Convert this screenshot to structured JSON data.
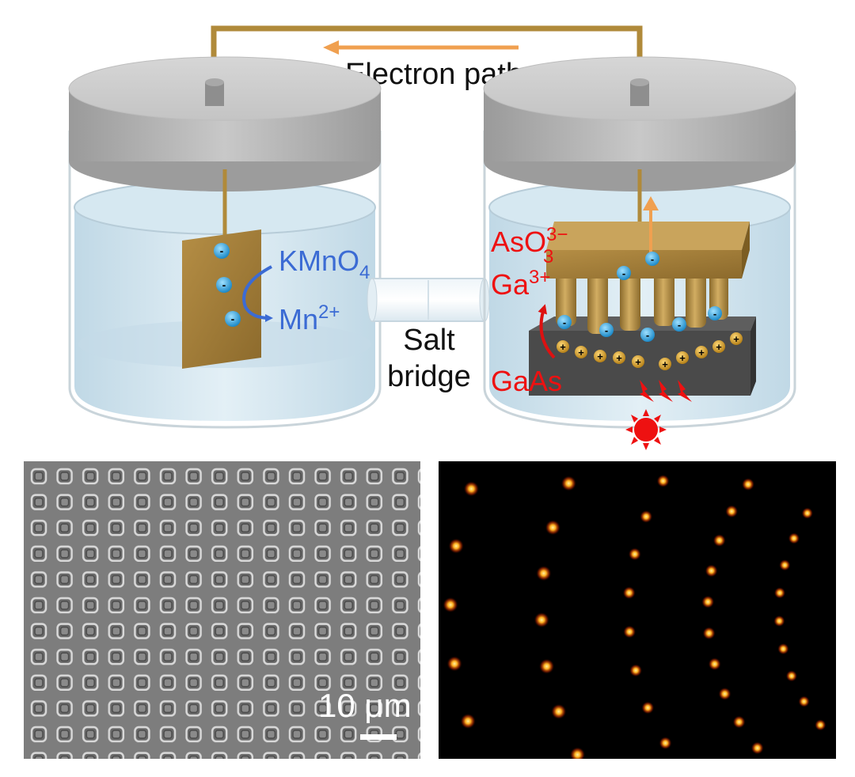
{
  "colors": {
    "wire": "#b08a3a",
    "electron_arrow": "#f0a050",
    "reduction_label": "#3b6bd4",
    "oxidation_label": "#ee1111",
    "electron_dot": "#1a9ad8",
    "electrolyte": "#cfe3ee",
    "sun": "#ee1111",
    "pl_spot": "#ffb020"
  },
  "top": {
    "electron_path_label": "Electron path",
    "salt_bridge_line1": "Salt",
    "salt_bridge_line2": "bridge",
    "left_cell": {
      "reactant_base": "KMnO",
      "reactant_sub": "4",
      "product_base": "Mn",
      "product_sup": "2+"
    },
    "right_cell": {
      "arsenite_base": "AsO",
      "arsenite_sup": "3−",
      "arsenite_sub": "3",
      "gallium_base": "Ga",
      "gallium_sup": "3+",
      "substrate_label": "GaAs"
    },
    "electron_symbol": "-",
    "hole_symbol": "+"
  },
  "bottom": {
    "sem_panel": {
      "scale_label": "10 μm"
    },
    "pl_panel": {}
  }
}
